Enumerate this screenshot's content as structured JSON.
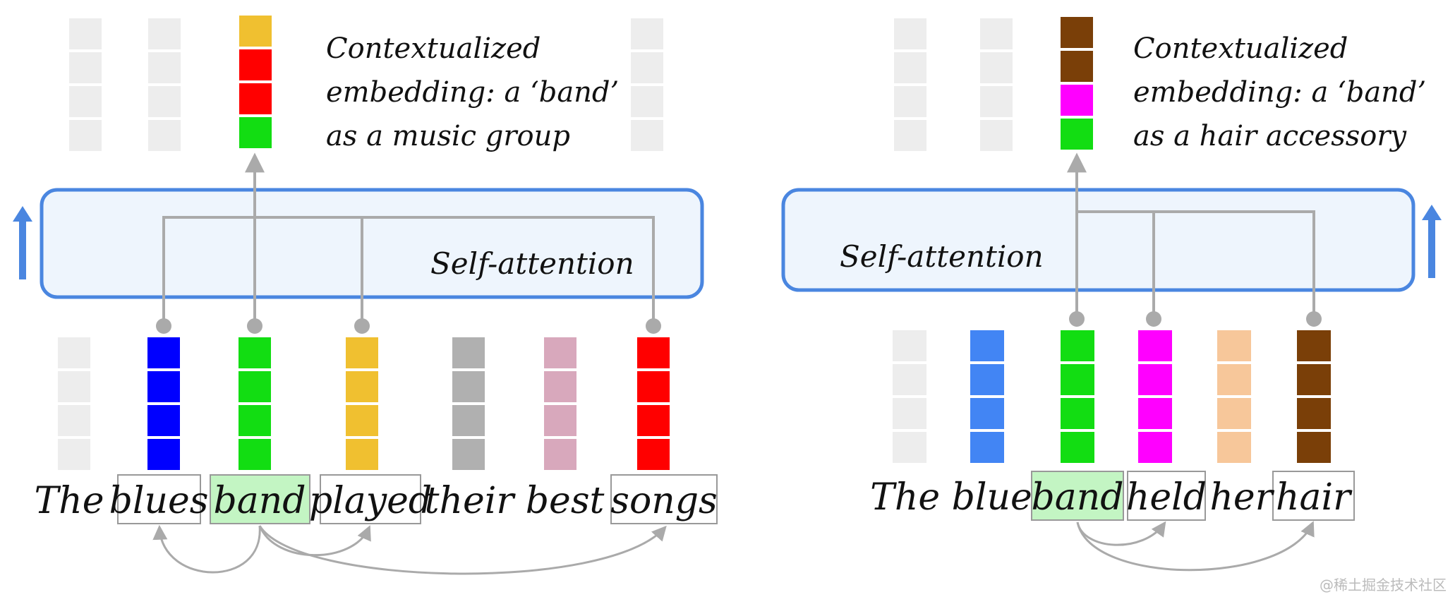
{
  "colors": {
    "faded": "#ededed",
    "yellow": "#f0c030",
    "red": "#ff0000",
    "green": "#12dd12",
    "blue_dark": "#0000ff",
    "blue_light": "#4285f4",
    "gray": "#b0b0b0",
    "pink": "#d8a8bc",
    "magenta": "#ff00ff",
    "peach": "#f7c79a",
    "brown": "#7a3f08",
    "box_fill": "#eef5fd",
    "box_stroke": "#4a86e0",
    "highlight": "#c3f5c3",
    "connector": "#aaaaaa"
  },
  "left": {
    "title_lines": [
      "Contextualized",
      "embedding: a ‘band’",
      "as a music group"
    ],
    "attention_label": "Self-attention",
    "sentence": {
      "the": "The",
      "blues": "blues",
      "band": "band",
      "played": "played",
      "their_best": "their best",
      "songs": "songs"
    },
    "output_colors": [
      "yellow",
      "red",
      "red",
      "green"
    ],
    "token_colors": [
      "faded",
      "blue_dark",
      "green",
      "yellow",
      "gray",
      "pink",
      "red"
    ]
  },
  "right": {
    "title_lines": [
      "Contextualized",
      "embedding: a ‘band’",
      "as a hair accessory"
    ],
    "attention_label": "Self-attention",
    "sentence": {
      "the_blue": "The blue",
      "band": "band",
      "held": "held",
      "her": "her",
      "hair": "hair"
    },
    "output_colors": [
      "brown",
      "brown",
      "magenta",
      "green"
    ],
    "token_colors": [
      "faded",
      "blue_light",
      "green",
      "magenta",
      "peach",
      "brown"
    ]
  },
  "watermark": "@稀土掘金技术社区"
}
